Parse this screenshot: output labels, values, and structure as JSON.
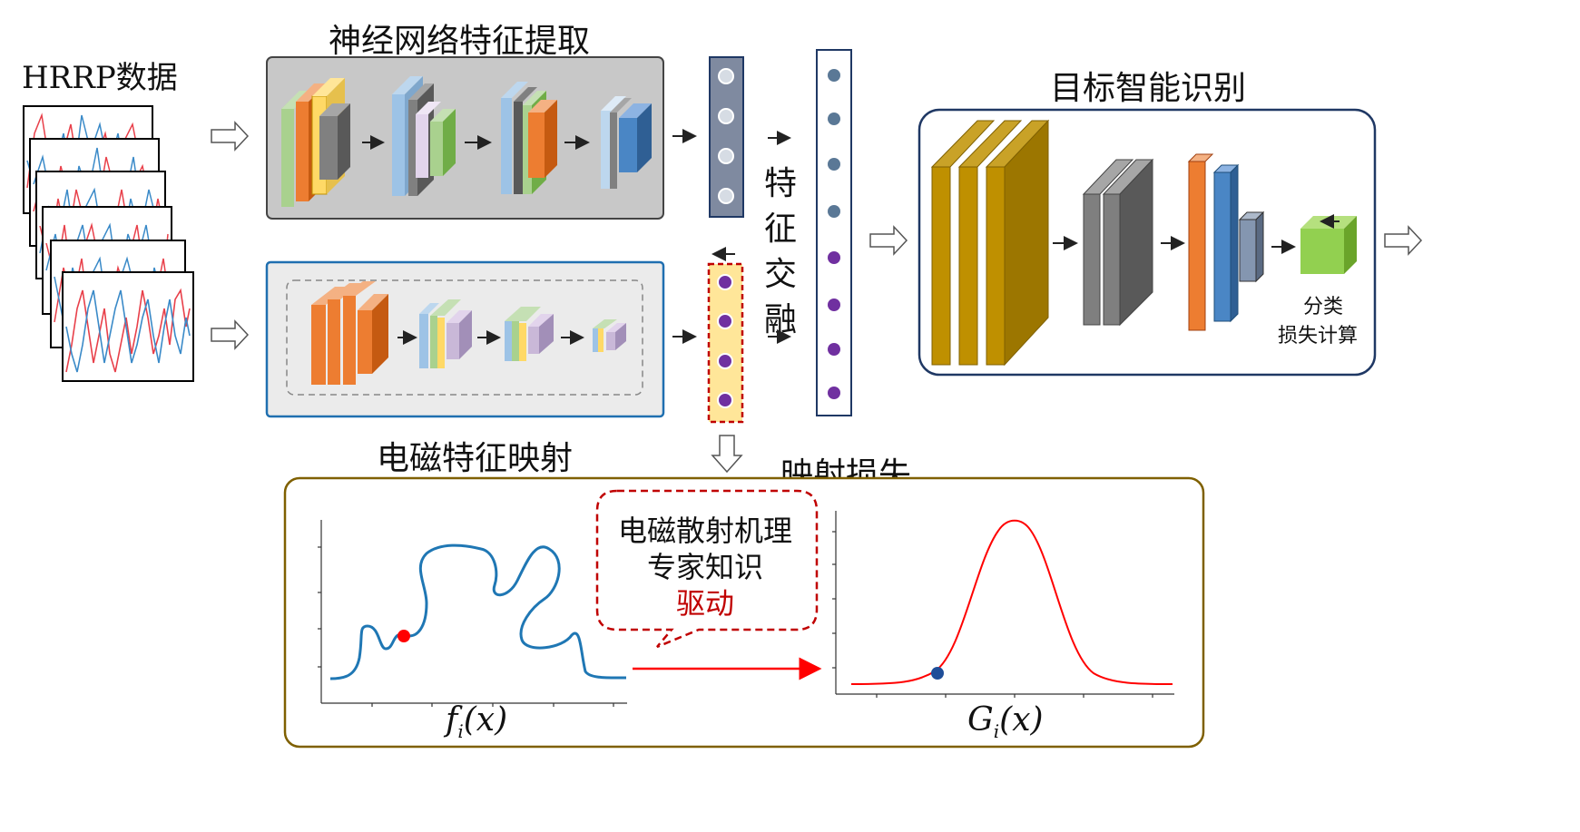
{
  "titles": {
    "hrrp": "HRRP数据",
    "nn_extract": "神经网络特征提取",
    "em_mapping": "电磁特征映射",
    "fusion": "特征交融",
    "recognition": "目标智能识别",
    "mapping_loss": "映射损失"
  },
  "recognition": {
    "cls_loss_line1": "分类",
    "cls_loss_line2": "损失计算"
  },
  "bubble": {
    "line1": "电磁散射机理",
    "line2": "专家知识",
    "line3": "驱动"
  },
  "formulas": {
    "left_f": "f",
    "left_sub": "i",
    "left_arg": "(x)",
    "right_f": "G",
    "right_sub": "i",
    "right_arg": "(x)"
  },
  "colors": {
    "gray_box_fill": "#c8c8c8",
    "blue_border": "#1f6fb0",
    "navy_border": "#1f3864",
    "olive_border": "#7f6000",
    "gold": "#bf9000",
    "red_dashed": "#c00000",
    "purple_dot": "#7030a0",
    "gray_dot": "#5a7896",
    "orange": "#ed7d31",
    "blue": "#4a86c5",
    "green": "#92d050",
    "red_curve": "#ff0000",
    "blue_curve": "#1f77b4"
  }
}
